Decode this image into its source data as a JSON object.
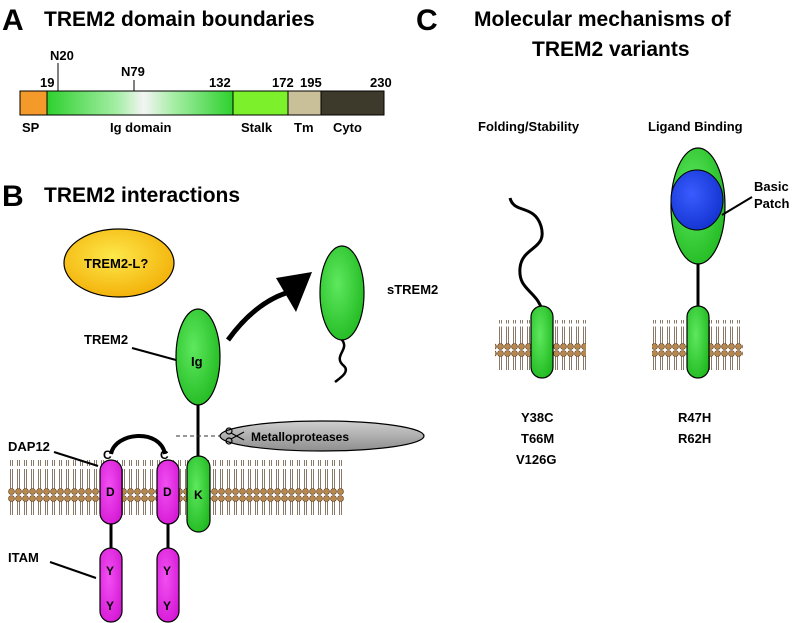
{
  "panel_a": {
    "letter": "A",
    "title": "TREM2 domain boundaries",
    "positions": [
      "19",
      "N20",
      "N79",
      "132",
      "172",
      "195",
      "230"
    ],
    "domains": [
      "SP",
      "Ig domain",
      "Stalk",
      "Tm",
      "Cyto"
    ]
  },
  "panel_b": {
    "letter": "B",
    "title": "TREM2 interactions",
    "ligand": "TREM2-L?",
    "trem2_label": "TREM2",
    "ig_label": "Ig",
    "soluble_label": "sTREM2",
    "protease_label": "Metalloproteases",
    "dap12_label": "DAP12",
    "itam_label": "ITAM",
    "cysteine": "C",
    "aspartate": "D",
    "lysine": "K",
    "tyrosine": "Y"
  },
  "panel_c": {
    "letter": "C",
    "title_line1": "Molecular mechanisms of",
    "title_line2": "TREM2 variants",
    "col1_heading": "Folding/Stability",
    "col2_heading": "Ligand Binding",
    "basic_patch_line1": "Basic",
    "basic_patch_line2": "Patch",
    "col1_variants": [
      "Y38C",
      "T66M",
      "V126G"
    ],
    "col2_variants": [
      "R47H",
      "R62H"
    ]
  },
  "colors": {
    "sp": "#f39a2b",
    "ig_green": "#3cd63c",
    "stalk": "#7cf02a",
    "tm": "#c9c09a",
    "cyto": "#3e3a2b",
    "trem2_green": "#22c922",
    "dap12_magenta": "#e815e8",
    "ligand_yellow": "#f7c713",
    "basic_patch_blue": "#1f3fe0",
    "protease_grey": "#a8a8a8",
    "membrane_head": "#b8874d"
  }
}
